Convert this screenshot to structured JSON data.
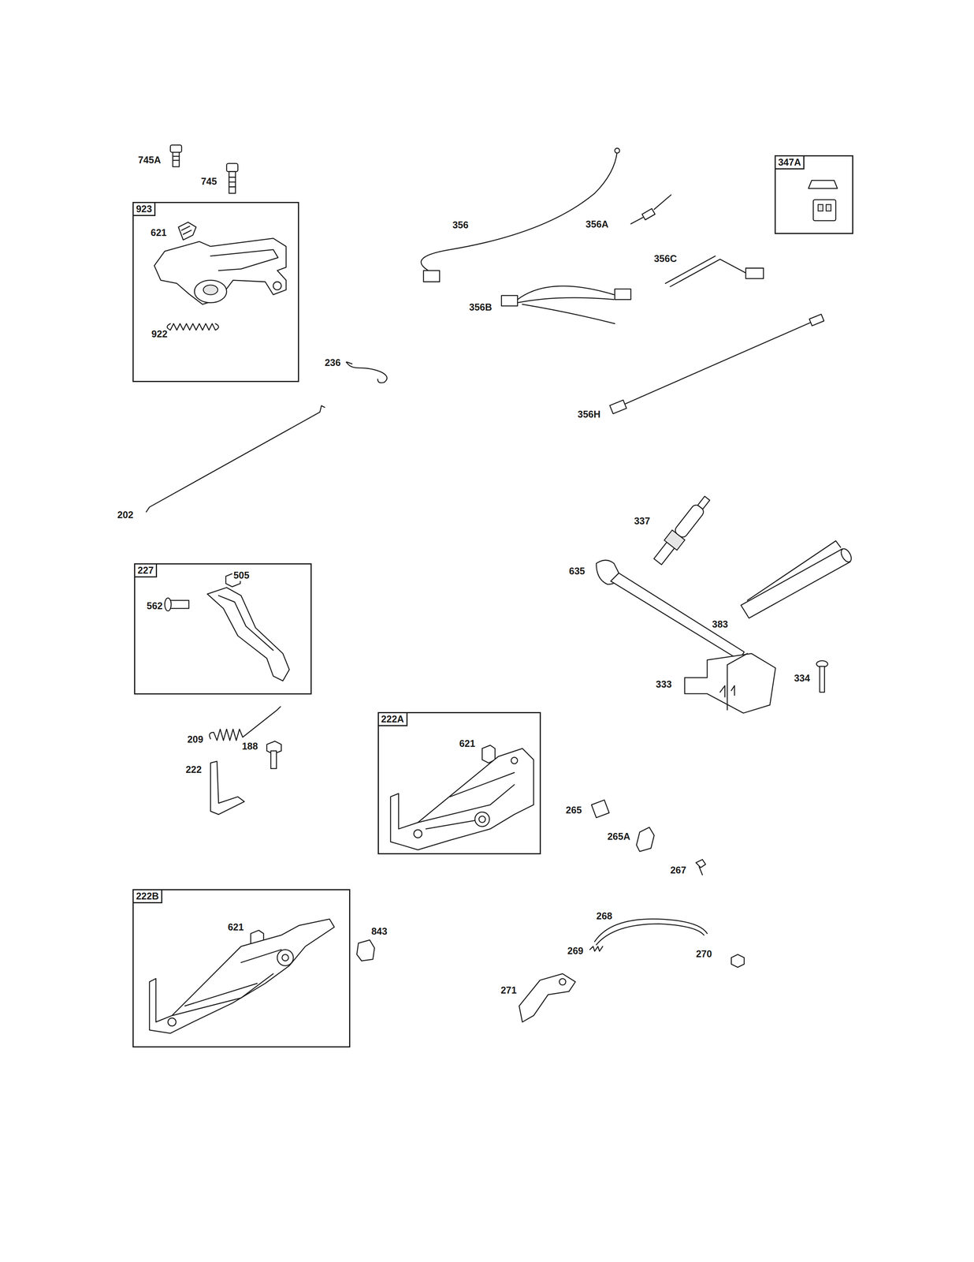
{
  "diagram": {
    "nodes": [
      {
        "text": [
          "923",
          "621",
          "922"
        ]
      },
      {
        "text": [
          "347A"
        ]
      },
      {
        "text": [
          "227",
          "505",
          "562"
        ]
      },
      {
        "text": [
          "222A",
          "621"
        ]
      },
      {
        "text": [
          "222B",
          "621"
        ]
      }
    ],
    "labels": [
      "745A",
      "745",
      "356",
      "356A",
      "356C",
      "356B",
      "236",
      "356H",
      "202",
      "337",
      "635",
      "383",
      "333",
      "334",
      "209",
      "188",
      "222",
      "265",
      "265A",
      "267",
      "843",
      "268",
      "269",
      "270",
      "271"
    ]
  }
}
